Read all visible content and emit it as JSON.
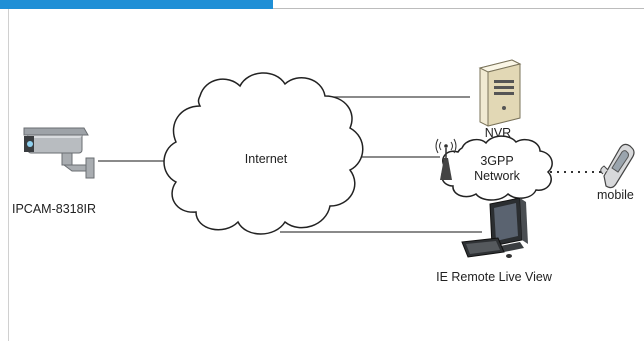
{
  "labels": {
    "camera": "IPCAM-8318IR",
    "cloud": "Internet",
    "nvr": "NVR",
    "network_line1": "3GPP",
    "network_line2": "Network",
    "mobile": "mobile",
    "live_view": "IE Remote Live View"
  },
  "colors": {
    "header": "#1f8fd6",
    "line": "#444444",
    "cloud_stroke": "#222222"
  },
  "icons": [
    "ip-camera-icon",
    "cloud-icon",
    "server-icon",
    "antenna-icon",
    "mobile-phone-icon",
    "monitor-icon"
  ]
}
